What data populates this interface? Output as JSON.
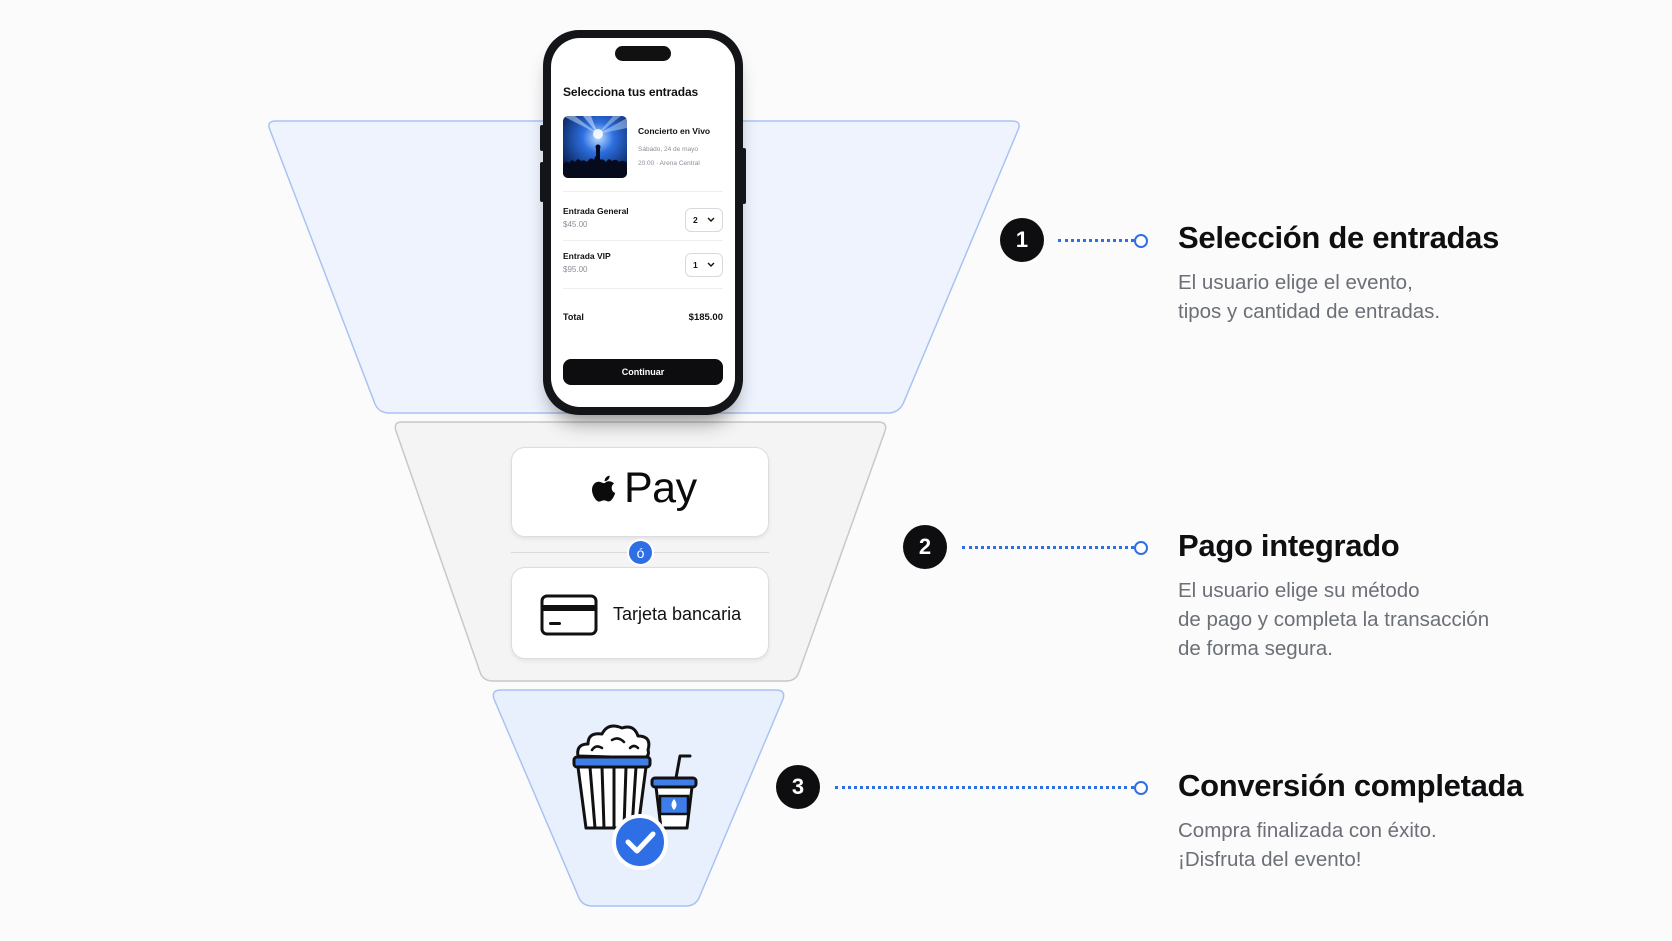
{
  "phone": {
    "title": "Selecciona tus entradas",
    "event": {
      "name": "Concierto en Vivo",
      "date": "Sábado, 24 de mayo",
      "place": "20:00 · Arena Central"
    },
    "tickets": [
      {
        "name": "Entrada General",
        "price": "$45.00",
        "qty": "2"
      },
      {
        "name": "Entrada VIP",
        "price": "$95.00",
        "qty": "1"
      }
    ],
    "total_label": "Total",
    "total_value": "$185.00",
    "continue_label": "Continuar"
  },
  "payment": {
    "apple_pay_label": "Pay",
    "or_label": "ó",
    "bank_label": "Tarjeta bancaria"
  },
  "steps": [
    {
      "number": "1",
      "title": "Selección de entradas",
      "desc": [
        "El usuario elige el evento,",
        "tipos y cantidad de entradas."
      ]
    },
    {
      "number": "2",
      "title": "Pago integrado",
      "desc": [
        "El usuario elige su método",
        "de pago y completa la transacción",
        "de forma segura."
      ]
    },
    {
      "number": "3",
      "title": "Conversión completada",
      "desc": [
        "Compra finalizada con éxito.",
        "¡Disfruta del evento!"
      ]
    }
  ],
  "colors": {
    "accent": "#2f6fe6",
    "funnel_top_fill": "#eef3fd",
    "funnel_mid_fill": "#f4f4f5",
    "funnel_bottom_fill": "#e9f0fd",
    "dark": "#0e0e10"
  },
  "icons": {
    "apple": "apple-logo-icon",
    "card": "credit-card-icon",
    "conversion": "popcorn-drink-check-icon"
  }
}
